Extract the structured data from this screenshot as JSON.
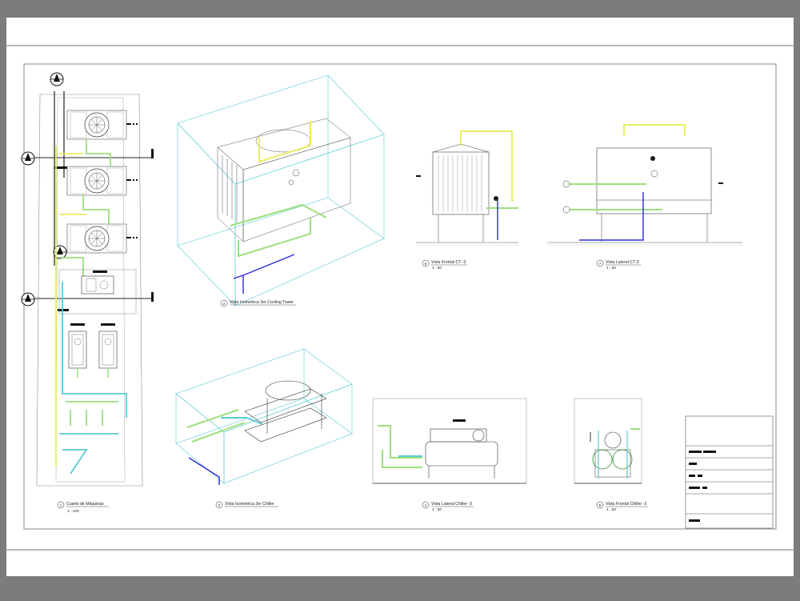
{
  "views": [
    {
      "number": "1",
      "title": "Cuarto de Máquinas",
      "scale": "1 : 100"
    },
    {
      "number": "2",
      "title": "Vista Isometrica 3er Cooling Tower",
      "scale": ""
    },
    {
      "number": "6",
      "title": "Vista Frontal CT -3",
      "scale": "1 : 50"
    },
    {
      "number": "7",
      "title": "Vista Lateral CT-3",
      "scale": "1 : 50"
    },
    {
      "number": "3",
      "title": "Vista Isometrica 3er Chiller",
      "scale": ""
    },
    {
      "number": "4",
      "title": "Vista Lateral Chiller -3",
      "scale": "1 : 50"
    },
    {
      "number": "5",
      "title": "Vista Frontal Chiller -3",
      "scale": "1 : 50"
    }
  ],
  "colors": {
    "outline_cyan": "#5bc8d8",
    "pipe_yellow": "#e8ee60",
    "pipe_green": "#9be07a",
    "pipe_blue": "#2b2bd8",
    "line_dark": "#333333",
    "frame_gray": "#7c7c7c"
  },
  "icons": [
    "section-marker-icon",
    "cooling-fan-icon",
    "chiller-unit-icon",
    "pump-icon"
  ]
}
